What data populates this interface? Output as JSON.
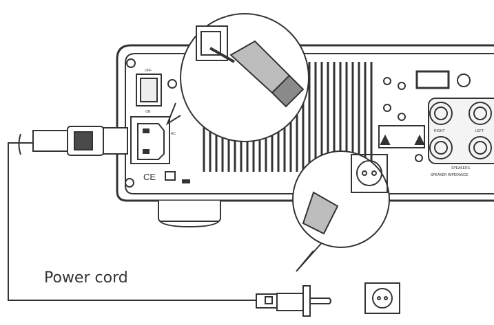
{
  "caption": "Power cord",
  "panel_labels": {
    "switch_off": "OFF",
    "switch_on": "ON",
    "ac": "AC",
    "ce_mark": "CE",
    "right": "RIGHT",
    "left": "LEFT",
    "speakers": "SPEAKERS",
    "impedance": "SPEAKER IMPEDANCE"
  },
  "colors": {
    "line": "#333333",
    "fill_gray": "#bdbdbd",
    "dark": "#4a4a4a"
  }
}
